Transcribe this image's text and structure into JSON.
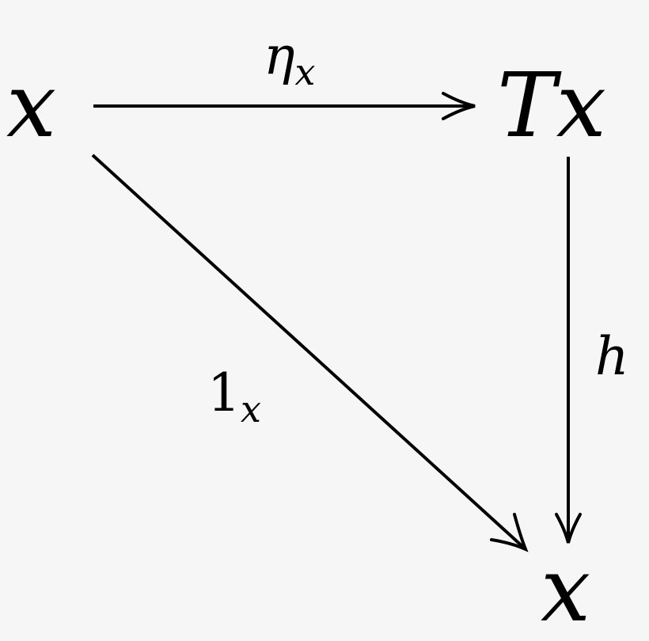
{
  "diagram": {
    "nodes": {
      "top_left": "x",
      "top_right": "Tx",
      "bottom_right": "x"
    },
    "arrows": {
      "top": {
        "label_main": "η",
        "label_sub": "x"
      },
      "right": {
        "label_main": "h"
      },
      "diagonal": {
        "label_main": "1",
        "label_sub": "x"
      }
    },
    "colors": {
      "background": "#f6f6f6",
      "ink": "#000000"
    }
  }
}
